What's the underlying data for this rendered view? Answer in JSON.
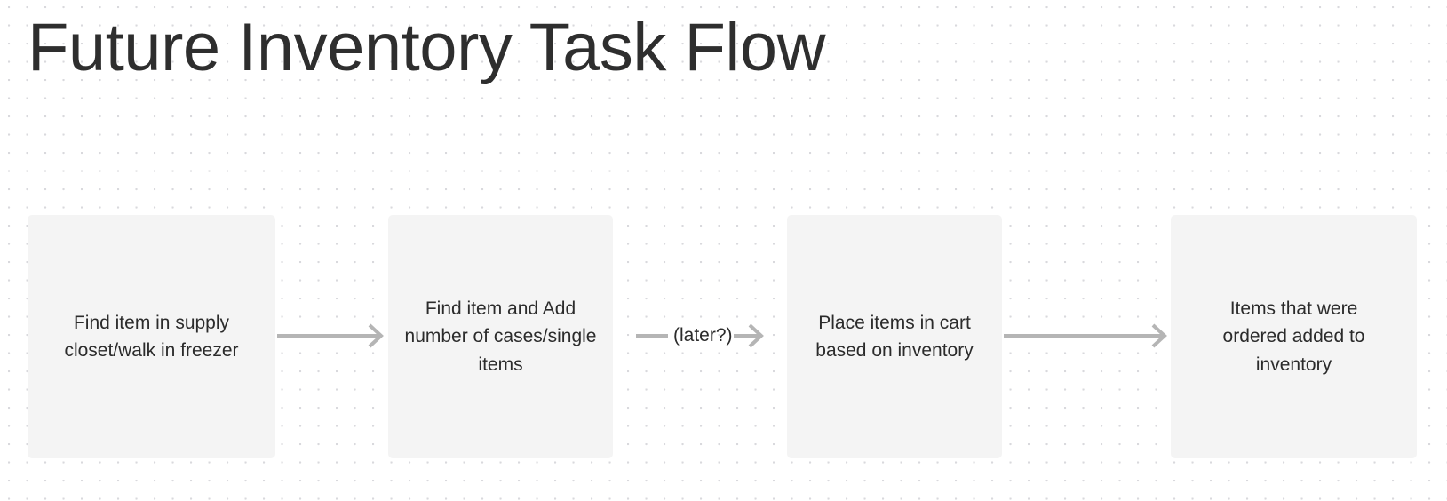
{
  "page": {
    "title": "Future Inventory Task Flow",
    "background_color": "#ffffff",
    "grid_dot_color": "#d9d9dd",
    "node_fill_color": "#f4f4f4",
    "text_color": "#2b2b2b",
    "connector_color": "#b5b5b5"
  },
  "diagram": {
    "type": "flowchart",
    "orientation": "left-to-right",
    "nodes": [
      {
        "id": "node-0",
        "label": "Find item in supply closet/walk in freezer"
      },
      {
        "id": "node-1",
        "label": "Find item and Add number of cases/single items"
      },
      {
        "id": "node-2",
        "label": "Place items in cart based on inventory"
      },
      {
        "id": "node-3",
        "label": "Items that were ordered added to inventory"
      }
    ],
    "edges": [
      {
        "id": "connector-0",
        "from": "node-0",
        "to": "node-1",
        "label": "",
        "arrowhead": true
      },
      {
        "id": "connector-1",
        "from": "node-1",
        "to": "edge-label-later",
        "label": "",
        "arrowhead": false
      },
      {
        "id": "connector-2",
        "from": "edge-label-later",
        "to": "node-2",
        "label": "",
        "arrowhead": true
      },
      {
        "id": "connector-3",
        "from": "node-2",
        "to": "node-3",
        "label": "",
        "arrowhead": true
      }
    ],
    "edge_labels": [
      {
        "id": "edge-label-later",
        "text": "(later?)"
      }
    ]
  }
}
